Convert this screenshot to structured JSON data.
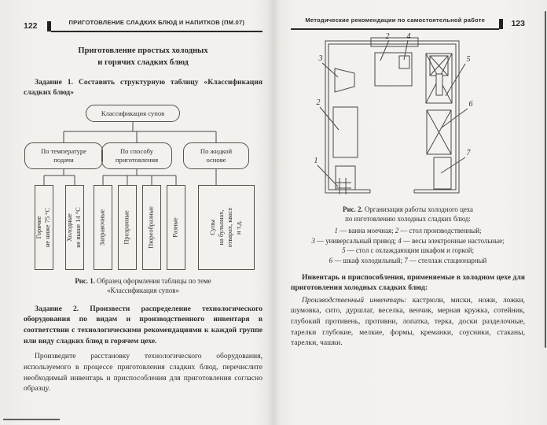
{
  "colors": {
    "paper": "#f3f1ee",
    "ink": "#2e2c29",
    "line": "#4a4846"
  },
  "left_page": {
    "page_number": "122",
    "running_title": "ПРИГОТОВЛЕНИЕ СЛАДКИХ БЛЮД И НАПИТКОВ (ПМ.07)",
    "heading_line1": "Приготовление простых холодных",
    "heading_line2": "и горячих сладких блюд",
    "task1_label": "Задание 1.",
    "task1_text": " Составить структурную таблицу «Классификация сладких блюд»",
    "chart": {
      "root": "Классификация супов",
      "branches": [
        {
          "label": "По температуре\nподачи",
          "children": [
            "Горячие\nне ниже 75 °С",
            "Холодные\nне выше 14 °С"
          ]
        },
        {
          "label": "По способу\nприготовления",
          "children": [
            "Заправочные",
            "Прозрачные",
            "Пюреобразные",
            "Разные"
          ]
        },
        {
          "label": "По жидкой\nоснове",
          "children": [
            "Супы\nна бульонах,\nотварах, квасе\nи т.д."
          ]
        }
      ]
    },
    "fig1_label": "Рис. 1.",
    "fig1_line1": " Образец оформления таблицы по теме",
    "fig1_line2": "«Классификация супов»",
    "task2_label": "Задание 2.",
    "task2_text": " Произвести распределение технологического оборудования по видам и производственного инвентаря в соответствии с технологическими рекомендациями к каждой группе или виду сладких блюд в горячем цехе.",
    "task2_para": "Произведите расстановку технологического оборудования, используемого в процессе приготовления сладких блюд, перечислите необходимый инвентарь и приспособления для приготовления согласно образцу."
  },
  "right_page": {
    "page_number": "123",
    "running_title": "Методические рекомендации по самостоятельной работе",
    "plan": {
      "bath": "1",
      "top_table": "2",
      "left_table": "2",
      "drive": "3",
      "scales": "4",
      "cold_table": "5",
      "fridge": "6",
      "rack": "7"
    },
    "fig2_label": "Рис. 2.",
    "fig2_line1": " Организация работы холодного цеха",
    "fig2_line2": "по изготовлению холодных сладких блюд:",
    "legend": [
      {
        "num": "1",
        "text": " — ванна моечная; "
      },
      {
        "num": "2",
        "text": " — стол производственный;"
      },
      {
        "num": "3",
        "text": " — универсальный привод; "
      },
      {
        "num": "4",
        "text": " — весы электронные настольные;"
      },
      {
        "num": "5",
        "text": " — стол с охлаждающим шкафом и горкой;"
      },
      {
        "num": "6",
        "text": " — шкаф холодильный; "
      },
      {
        "num": "7",
        "text": " — стеллаж стационарный"
      }
    ],
    "inventory_heading": "Инвентарь и приспособления, применяемые в холодном цехе для приготовления холодных сладких блюд:",
    "inventory_lead": "Производственный инвентарь:",
    "inventory_text": " кастрюли, миски, ножи, ложки, шумовка, сито, дуршлаг, веселка, венчик, мерная кружка, сотейник, глубокий противень, противни, лопатка, терка, доски разделочные, тарелки глубокие, мелкие, формы, креманки, соусники, стаканы, тарелки, чашки."
  }
}
